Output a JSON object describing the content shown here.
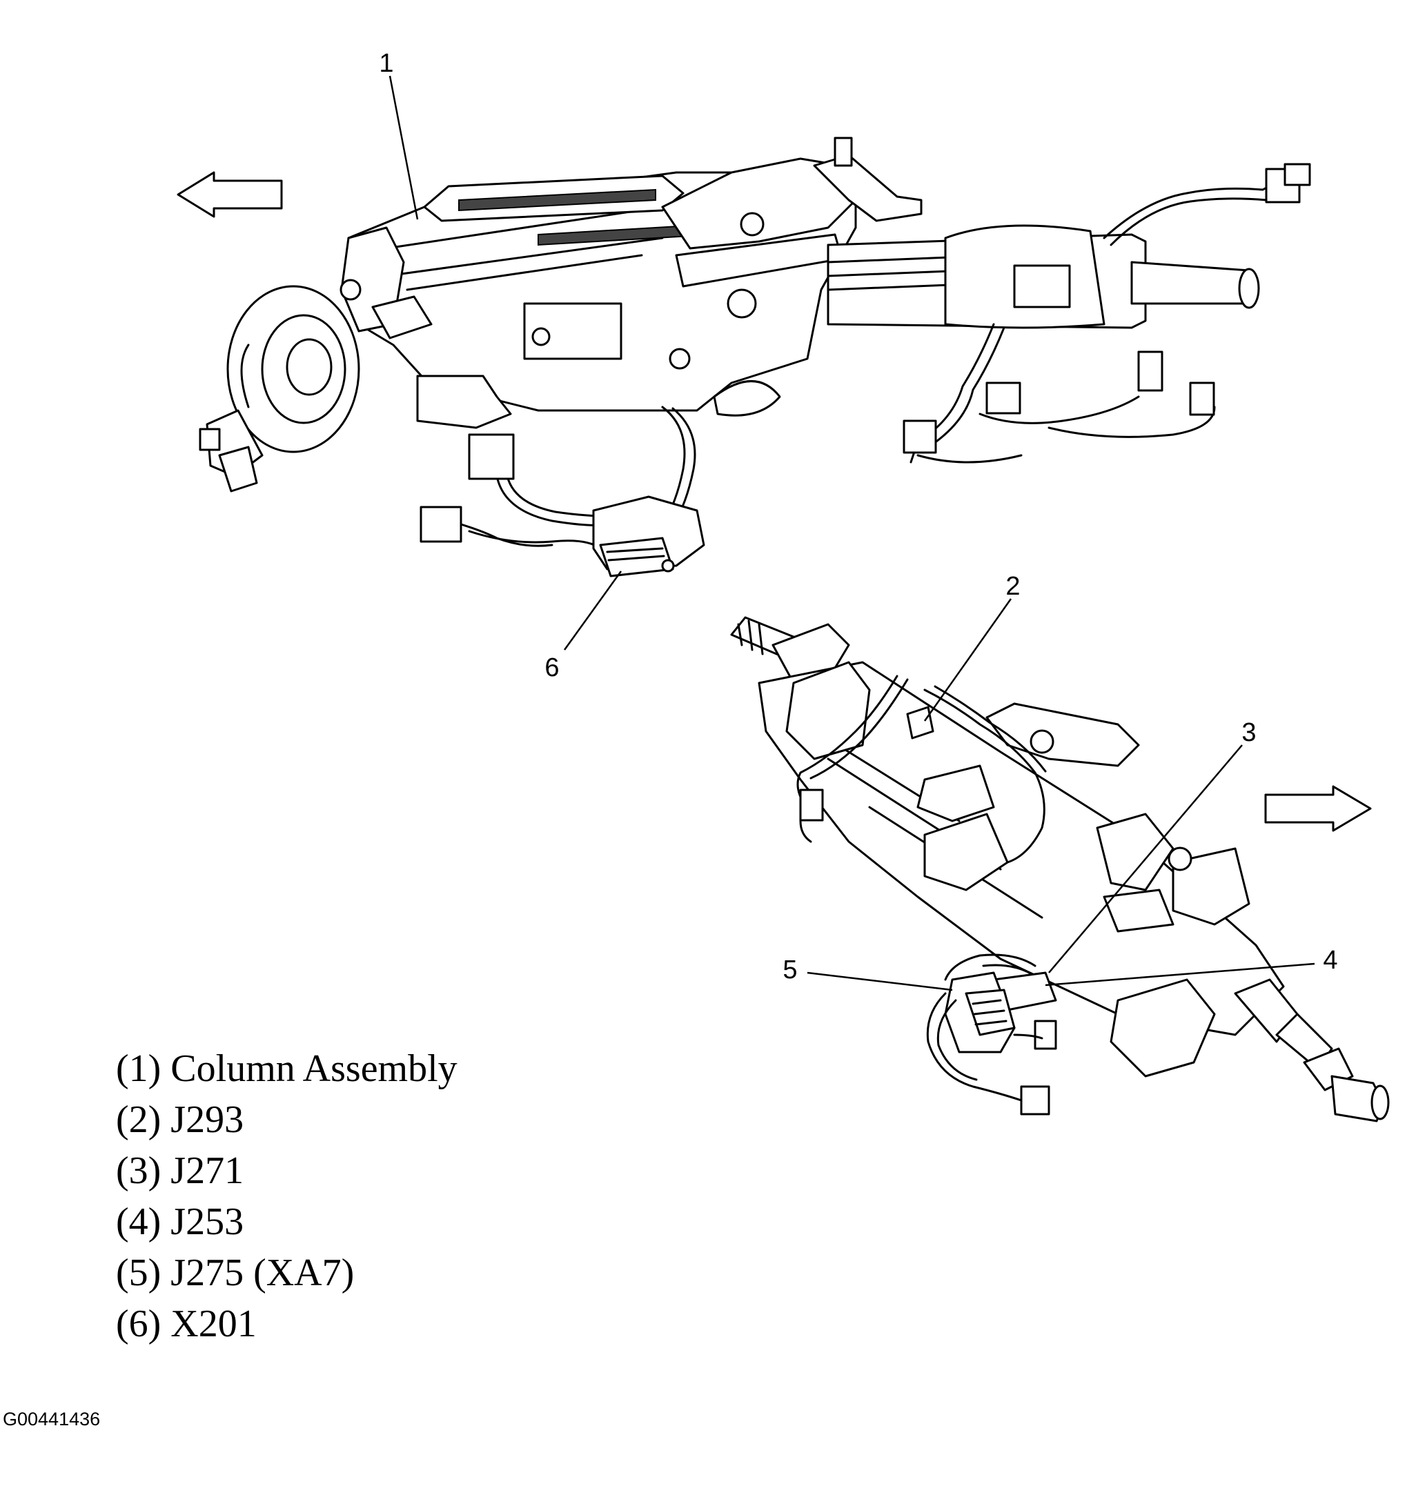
{
  "callouts": [
    {
      "id": "1",
      "label": "1"
    },
    {
      "id": "2",
      "label": "2"
    },
    {
      "id": "3",
      "label": "3"
    },
    {
      "id": "4",
      "label": "4"
    },
    {
      "id": "5",
      "label": "5"
    },
    {
      "id": "6",
      "label": "6"
    }
  ],
  "legend": [
    {
      "number": "(1)",
      "name": "Column Assembly"
    },
    {
      "number": "(2)",
      "name": "J293"
    },
    {
      "number": "(3)",
      "name": "J271"
    },
    {
      "number": "(4)",
      "name": "J253"
    },
    {
      "number": "(5)",
      "name": "J275 (XA7)"
    },
    {
      "number": "(6)",
      "name": "X201"
    }
  ],
  "figure_id": "G00441436"
}
